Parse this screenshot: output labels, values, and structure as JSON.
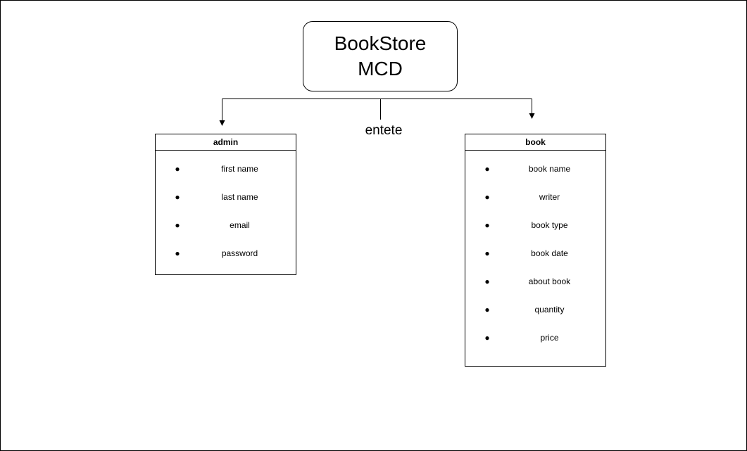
{
  "diagram": {
    "root": {
      "line1": "BookStore",
      "line2": "MCD"
    },
    "edge_label": "entete",
    "entities": {
      "admin": {
        "title": "admin",
        "attributes": [
          "first name",
          "last name",
          "email",
          "password"
        ]
      },
      "book": {
        "title": "book",
        "attributes": [
          "book name",
          "writer",
          "book type",
          "book date",
          "about book",
          "quantity",
          "price"
        ]
      }
    },
    "bullet": "●"
  }
}
